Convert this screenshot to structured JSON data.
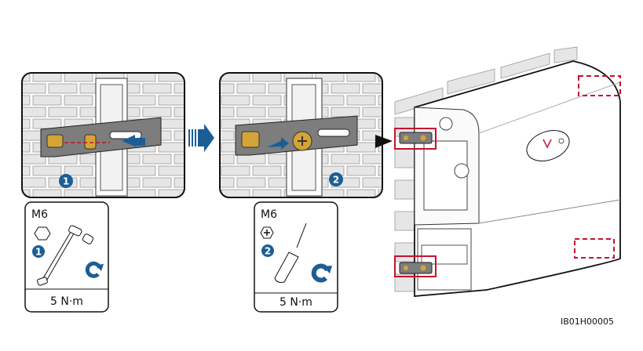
{
  "step_panels": [
    {
      "step": "1"
    },
    {
      "step": "2"
    }
  ],
  "tool_cards": [
    {
      "bolt": "M6",
      "head": "hex-icon",
      "step": "1",
      "tool": "socket-wrench-icon",
      "rotation": "clockwise-icon",
      "torque": "5 N·m"
    },
    {
      "bolt": "M6",
      "head": "phillips-hex-icon",
      "step": "2",
      "tool": "torque-screwdriver-icon",
      "rotation": "clockwise-icon",
      "torque": "5 N·m"
    }
  ],
  "figure_code": "IB01H00005",
  "colors": {
    "accent_blue": "#1b5e96",
    "highlight_red": "#c8102e",
    "bracket_gray": "#7d7d7d",
    "wall_gray": "#e6e6e6"
  }
}
